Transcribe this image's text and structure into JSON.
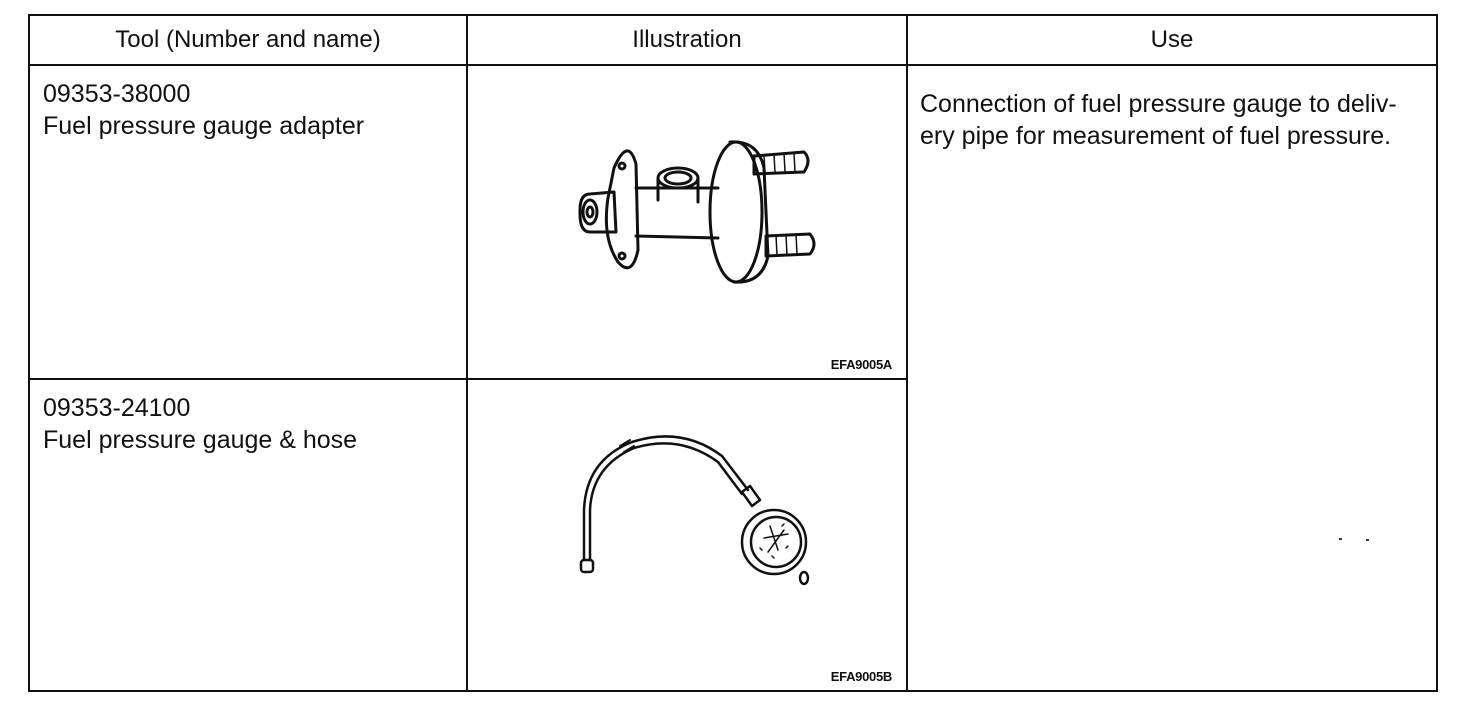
{
  "table": {
    "headers": {
      "tool": "Tool (Number and name)",
      "illustration": "Illustration",
      "use": "Use"
    },
    "rows": [
      {
        "number": "09353-38000",
        "name": "Fuel pressure gauge adapter",
        "figure_code": "EFA9005A",
        "icon": "fuel-pressure-gauge-adapter-drawing"
      },
      {
        "number": "09353-24100",
        "name": "Fuel pressure gauge & hose",
        "figure_code": "EFA9005B",
        "icon": "fuel-pressure-gauge-and-hose-drawing"
      }
    ],
    "use_text": {
      "line1": "Connection of fuel pressure gauge to deliv-",
      "line2": "ery pipe for measurement of fuel pressure."
    }
  }
}
